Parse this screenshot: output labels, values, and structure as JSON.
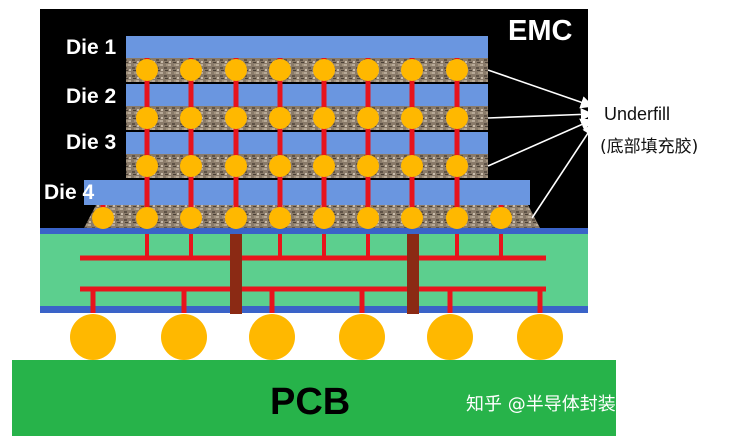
{
  "title": "",
  "labels": {
    "emc": "EMC",
    "die1": "Die 1",
    "die2": "Die 2",
    "die3": "Die 3",
    "die4": "Die 4",
    "underfill": "Underfill",
    "underfill_cn": "(底部填充胶)",
    "pcb": "PCB",
    "watermark": "知乎 @半导体封装工程师"
  },
  "colors": {
    "emc": "#000000",
    "die": "#6a96e0",
    "underfill": "#8a7b6a",
    "bump": "#ffb800",
    "trace": "#e8141c",
    "via": "#8b2a14",
    "substrate": "#5ccf8e",
    "substrate_edge": "#3a63c8",
    "pcb": "#27b34a"
  },
  "icons": [
    "arrow-icon"
  ]
}
